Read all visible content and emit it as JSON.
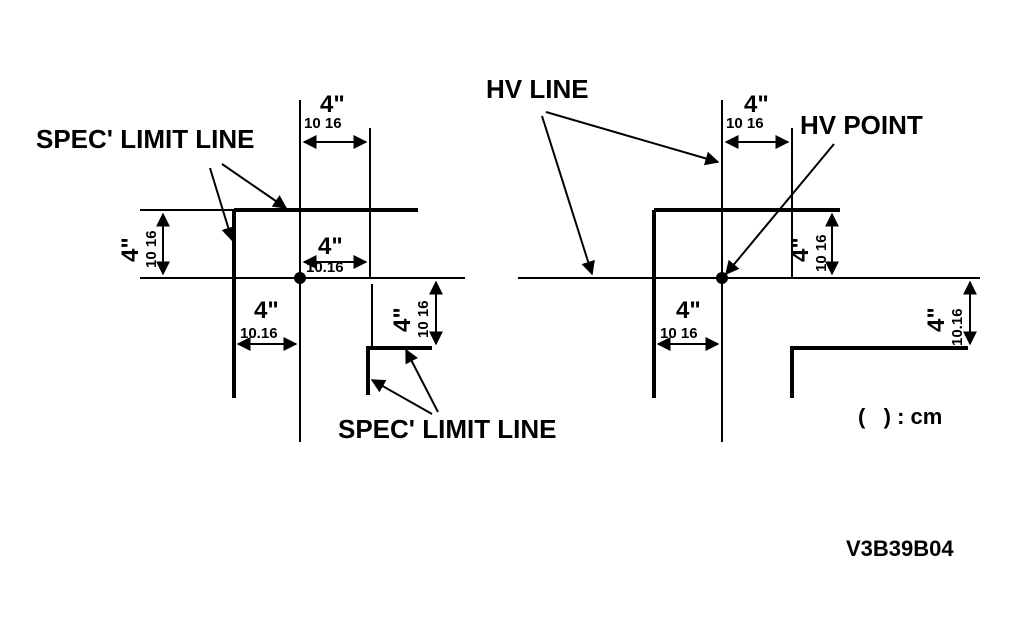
{
  "labels": {
    "spec_limit_line_top": "SPEC' LIMIT LINE",
    "spec_limit_line_bottom": "SPEC' LIMIT LINE",
    "hv_line": "HV LINE",
    "hv_point": "HV POINT",
    "unit_note": "(   ) : cm",
    "figure_code": "V3B39B04"
  },
  "dimensions": {
    "inch": "4\"",
    "cm_a": "10.16",
    "cm_b": "10 16"
  }
}
